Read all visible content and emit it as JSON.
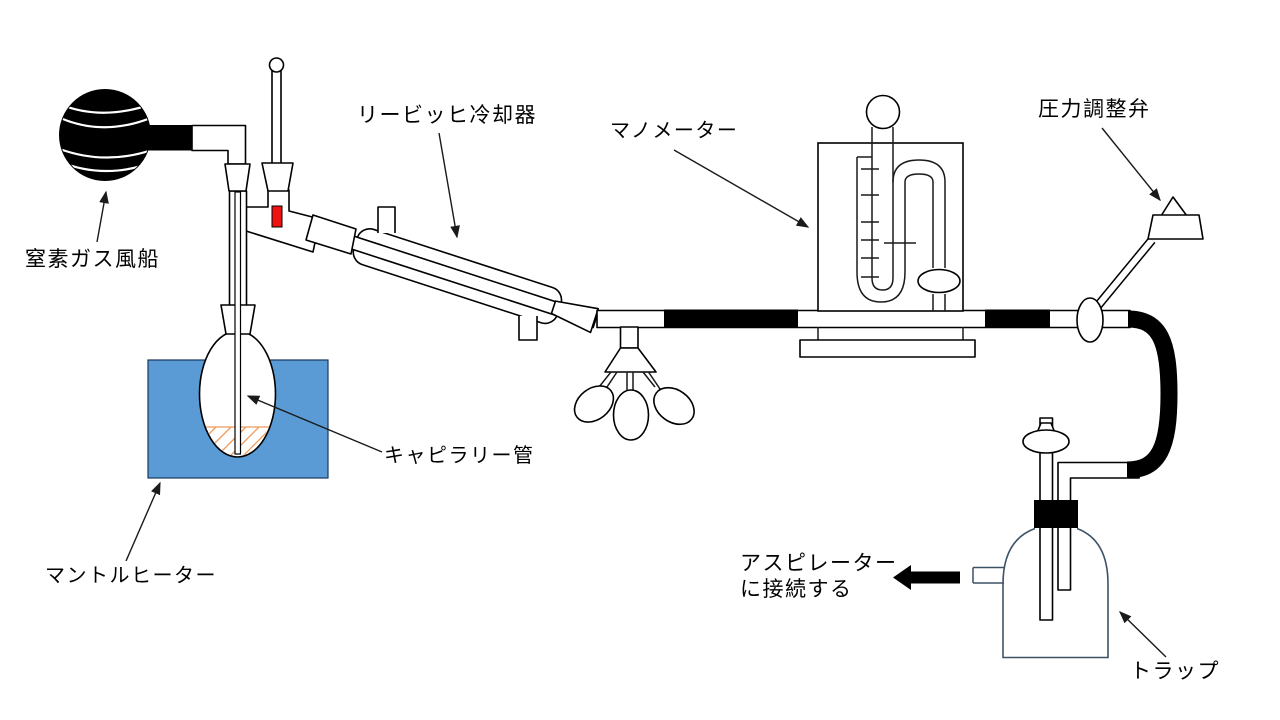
{
  "diagram": {
    "labels": {
      "balloon": "窒素ガス風船",
      "condenser": "リービッヒ冷却器",
      "manometer": "マノメーター",
      "pressure_valve": "圧力調整弁",
      "capillary": "キャピラリー管",
      "mantle_heater": "マントルヒーター",
      "aspirator_line1": "アスピレーター",
      "aspirator_line2": "に接続する",
      "trap": "トラップ"
    },
    "colors": {
      "background": "#FFFFFF",
      "line": "#000000",
      "mantle_heater_fill": "#5B9BD5",
      "thermometer_fluid": "#EE1212",
      "flask_liquid_hatch": "#ED9B5C",
      "trap_outline": "#3E5266",
      "rubber_tubing": "#000000"
    }
  }
}
